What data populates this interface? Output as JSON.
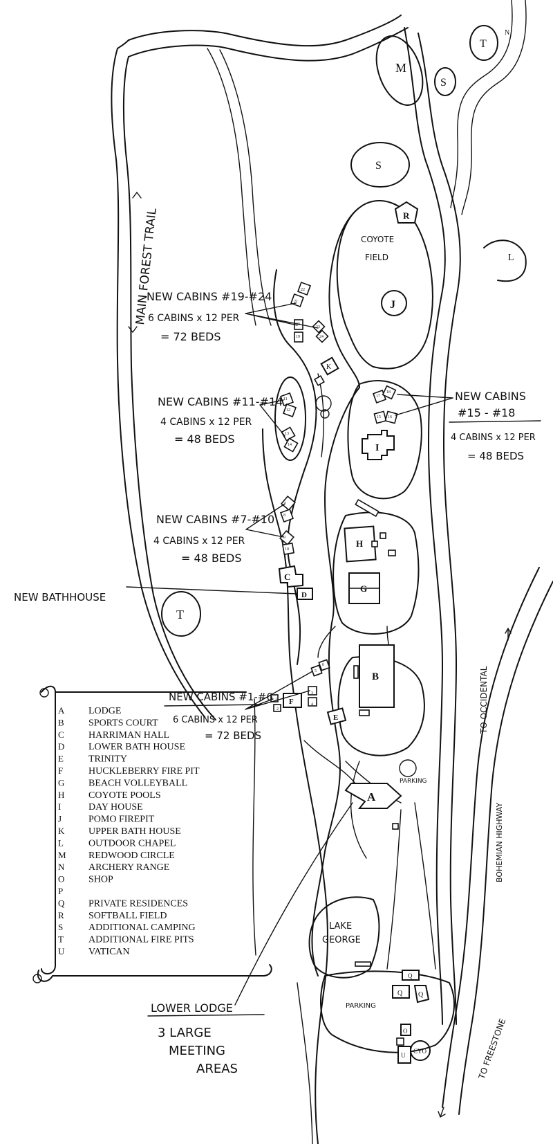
{
  "trail_label": "MAIN FOREST TRAIL",
  "field_labels": {
    "coyote_field_1": "COYOTE",
    "coyote_field_2": "FIELD",
    "lake_1": "LAKE",
    "lake_2": "GEORGE",
    "parking_upper": "PARKING",
    "parking_lower": "PARKING"
  },
  "roads": {
    "occidental": "TO OCCIDENTAL",
    "highway": "BOHEMIAN HIGHWAY",
    "freestone": "TO FREESTONE"
  },
  "site_letters": {
    "M": "M",
    "S1": "S",
    "S2": "S",
    "T1": "T",
    "N": "N",
    "R": "R",
    "L": "L",
    "J": "J",
    "K": "K",
    "I": "I",
    "H": "H",
    "G": "G",
    "C": "C",
    "D": "D",
    "T2": "T",
    "B": "B",
    "F": "F",
    "E": "E",
    "A": "A",
    "Q1": "Q",
    "Q2": "Q",
    "Q3": "Q",
    "O": "O",
    "U": "U",
    "CYO": "CYO"
  },
  "cabin_numbers": [
    "1",
    "2",
    "3",
    "4",
    "5",
    "6",
    "7",
    "8",
    "9",
    "10",
    "11",
    "12",
    "13",
    "14",
    "15",
    "16",
    "17",
    "18",
    "19",
    "20",
    "21",
    "22",
    "23",
    "24"
  ],
  "annotations": {
    "cabins_19_24": {
      "title": "NEW CABINS #19-#24",
      "line1": "6 CABINS x 12 PER",
      "line2": "= 72 BEDS"
    },
    "cabins_11_14": {
      "title": "NEW CABINS #11-#14",
      "line1": "4 CABINS x 12 PER",
      "line2": "= 48 BEDS"
    },
    "cabins_15_18": {
      "title": "NEW CABINS",
      "title2": "#15 - #18",
      "line1": "4 CABINS x 12 PER",
      "line2": "= 48 BEDS"
    },
    "cabins_7_10": {
      "title": "NEW CABINS #7-#10",
      "line1": "4 CABINS x 12 PER",
      "line2": "= 48 BEDS"
    },
    "bathhouse": {
      "title": "NEW BATHHOUSE"
    },
    "cabins_1_6": {
      "title": "NEW CABINS #1-#6",
      "line1": "6 CABINS x 12 PER",
      "line2": "= 72 BEDS"
    },
    "lower_lodge": {
      "title": "LOWER LODGE",
      "line1": "3 LARGE",
      "line2": "MEETING",
      "line3": "AREAS"
    }
  },
  "legend": [
    {
      "letter": "A",
      "name": "LODGE"
    },
    {
      "letter": "B",
      "name": "SPORTS COURT"
    },
    {
      "letter": "C",
      "name": "HARRIMAN HALL"
    },
    {
      "letter": "D",
      "name": "LOWER BATH HOUSE"
    },
    {
      "letter": "E",
      "name": "TRINITY"
    },
    {
      "letter": "F",
      "name": "HUCKLEBERRY FIRE PIT"
    },
    {
      "letter": "G",
      "name": "BEACH VOLLEYBALL"
    },
    {
      "letter": "H",
      "name": "COYOTE POOLS"
    },
    {
      "letter": "I",
      "name": "DAY HOUSE"
    },
    {
      "letter": "J",
      "name": "POMO FIREPIT"
    },
    {
      "letter": "K",
      "name": "UPPER BATH HOUSE"
    },
    {
      "letter": "L",
      "name": "OUTDOOR CHAPEL"
    },
    {
      "letter": "M",
      "name": "REDWOOD CIRCLE"
    },
    {
      "letter": "N",
      "name": "ARCHERY RANGE"
    },
    {
      "letter": "O",
      "name": "SHOP"
    },
    {
      "letter": "P",
      "name": ""
    },
    {
      "letter": "Q",
      "name": "PRIVATE RESIDENCES"
    },
    {
      "letter": "R",
      "name": "SOFTBALL FIELD"
    },
    {
      "letter": "S",
      "name": "ADDITIONAL CAMPING"
    },
    {
      "letter": "T",
      "name": "ADDITIONAL FIRE PITS"
    },
    {
      "letter": "U",
      "name": "VATICAN"
    }
  ]
}
